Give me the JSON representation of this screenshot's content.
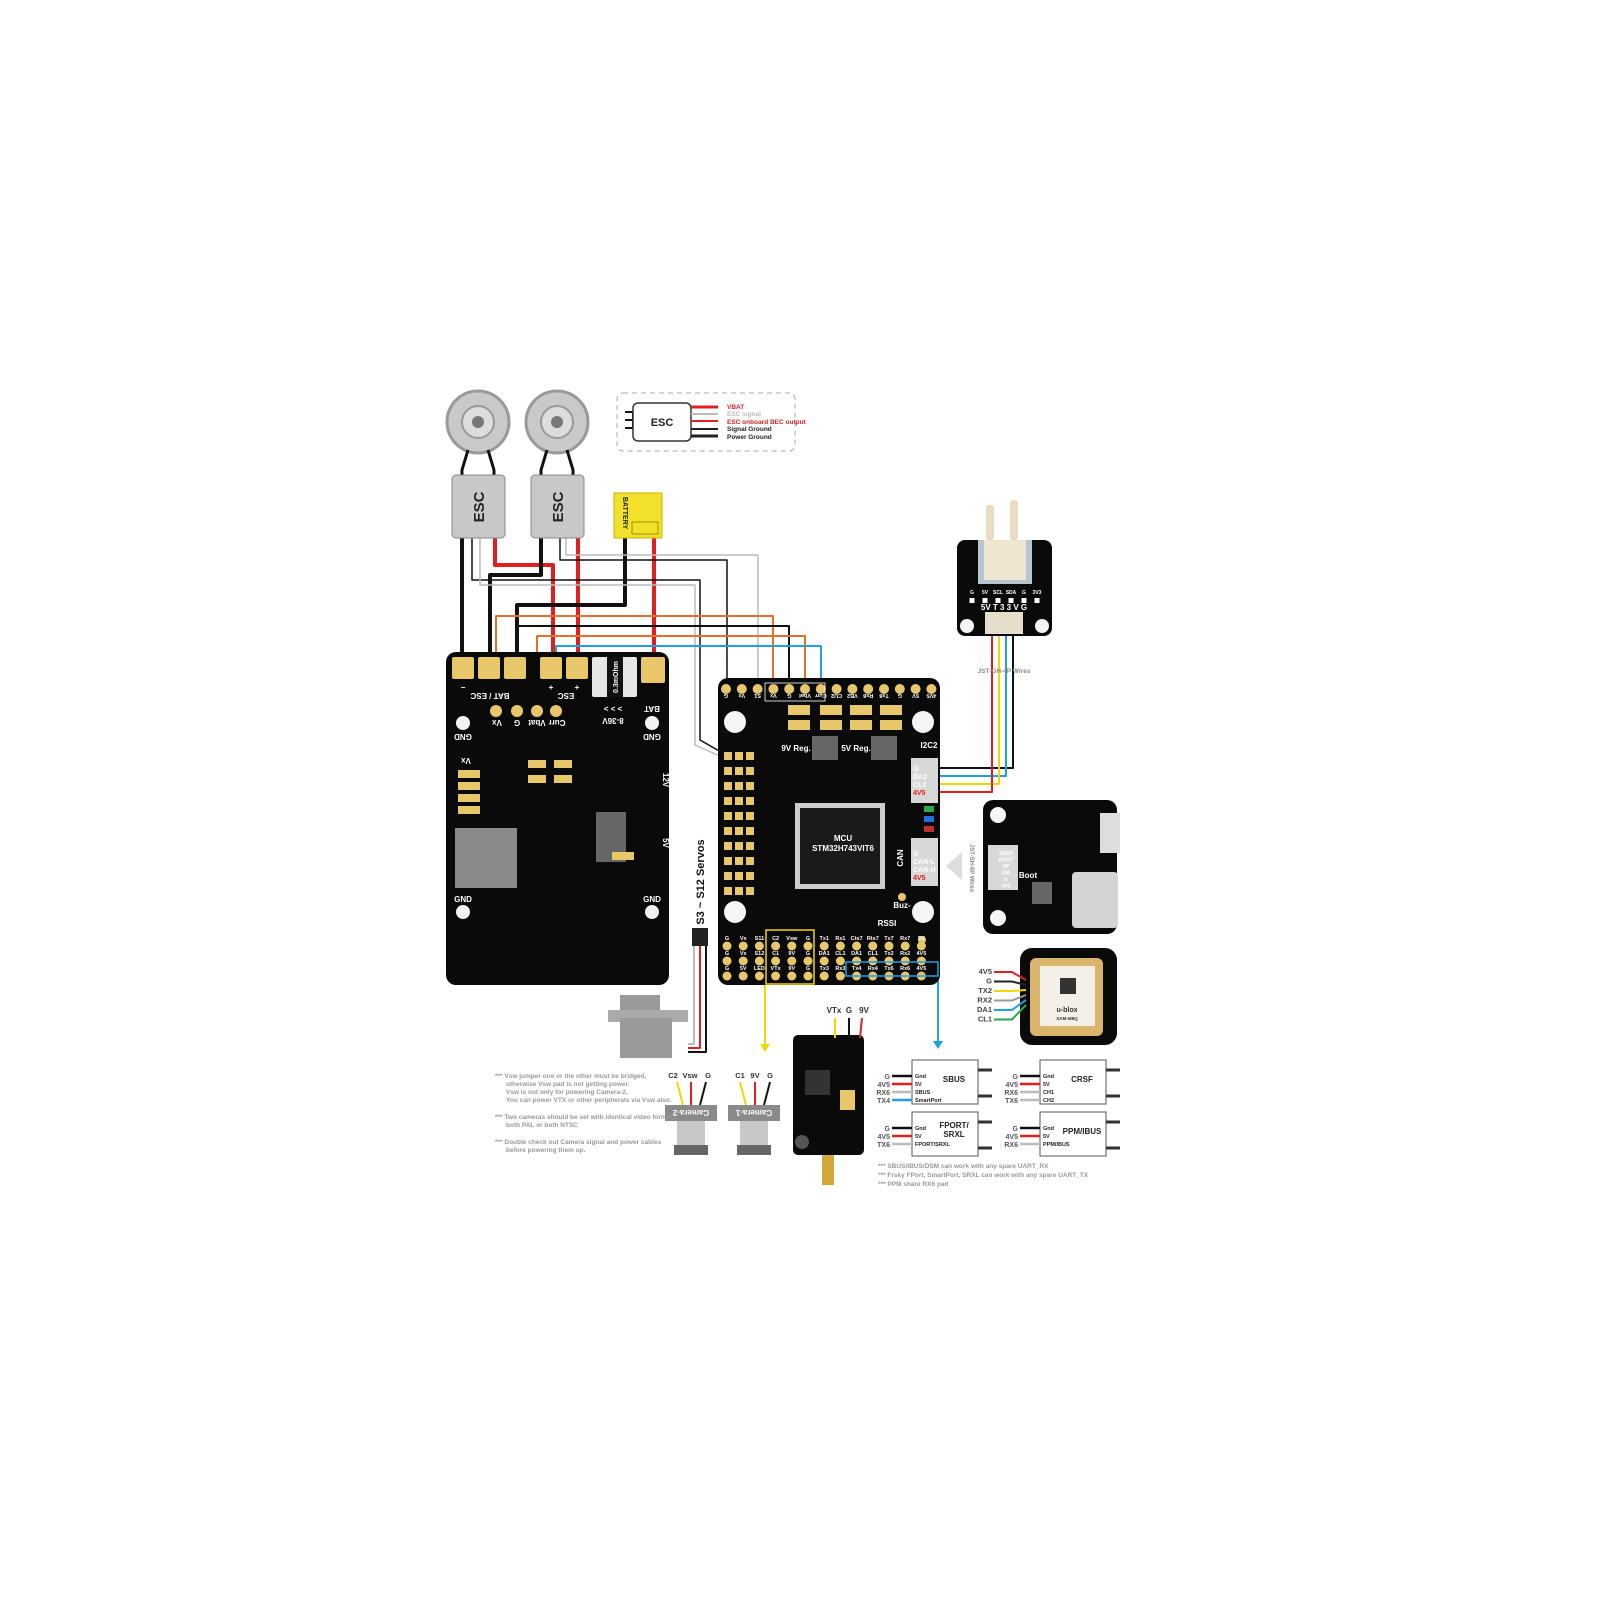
{
  "esc_legend": {
    "title": "ESC",
    "wires": [
      {
        "label": "VBAT",
        "color": "#e02020"
      },
      {
        "label": "ESC signal",
        "color": "#bbbbbb"
      },
      {
        "label": "ESC onboard BEC output",
        "color": "#e02020"
      },
      {
        "label": "Signal Ground",
        "color": "#222222"
      },
      {
        "label": "Power Ground",
        "color": "#222222"
      }
    ]
  },
  "escs": [
    {
      "label": "ESC"
    },
    {
      "label": "ESC"
    }
  ],
  "battery": {
    "label": "BATTERY"
  },
  "pdb": {
    "labels": {
      "bat_esc": "BAT / ESC",
      "esc": "ESC",
      "bat": "BAT",
      "shunt": "0.3mOhm",
      "voltage": "8-36V",
      "arrows": "> > >",
      "vx": "Vx",
      "g": "G",
      "vbat": "Vbat",
      "curr": "Curr",
      "gnd": "GND",
      "vx2": "Vx",
      "v12": "12V",
      "v5": "5V",
      "minus": "−",
      "plus": "+"
    }
  },
  "fc": {
    "mcu": "MCU",
    "chip": "STM32H743VIT6",
    "top_pads": [
      "G",
      "Vx",
      "S1",
      "Vx",
      "G",
      "Vbat",
      "Curr",
      "CU2",
      "VB2",
      "Rx8",
      "Tx8",
      "G",
      "5V",
      "4V5"
    ],
    "reg1": "9V Reg.",
    "reg2": "5V Reg.",
    "i2c": {
      "title": "I2C2",
      "pins": [
        "G",
        "DA2",
        "CL2",
        "4V5"
      ]
    },
    "can": {
      "title": "CAN",
      "pins": [
        "G",
        "CAN-L",
        "CAN-H",
        "4V5"
      ]
    },
    "rssi": "RSSI",
    "buz": "Buz-",
    "bottom_rows": [
      [
        "G",
        "Vx",
        "S11",
        "C2",
        "Vsw",
        "G",
        "Tx1",
        "Rx1",
        "Cts7",
        "Rts7",
        "Tx7",
        "Rx7",
        "5V"
      ],
      [
        "G",
        "Vx",
        "S12",
        "C1",
        "9V",
        "G",
        "DA1",
        "CL1",
        "DA1",
        "CL1",
        "Tx2",
        "Rx2",
        "4V5"
      ],
      [
        "G",
        "5V",
        "LED",
        "VTx",
        "9V",
        "G",
        "Tx3",
        "Rx3",
        "Tx4",
        "Rx4",
        "Tx6",
        "Rx6",
        "4V5"
      ]
    ]
  },
  "servos": {
    "label": "S3 ~ S12 Servos"
  },
  "airspeed": {
    "pins": [
      "G",
      "5V",
      "SCL",
      "SDA",
      "G",
      "3V3"
    ],
    "conn": "5V T 3 3 V G",
    "wire_label": "JST-GH-4P Wires"
  },
  "expansion": {
    "pins": [
      "BEEP",
      "BOOT",
      "DP",
      "DM",
      "G",
      "4V5"
    ],
    "boot": "Boot",
    "wire_label": "JST-SH-6P Wires"
  },
  "gps": {
    "wires": [
      {
        "label": "4V5",
        "color": "#e02020"
      },
      {
        "label": "G",
        "color": "#222222"
      },
      {
        "label": "TX2",
        "color": "#f2d600"
      },
      {
        "label": "RX2",
        "color": "#999999"
      },
      {
        "label": "DA1",
        "color": "#1fa0e0"
      },
      {
        "label": "CL1",
        "color": "#2aa84a"
      }
    ],
    "chip": "SAM-M8Q",
    "brand": "u-blox"
  },
  "vtx": {
    "pins": [
      "VTx",
      "G",
      "9V"
    ]
  },
  "cameras": [
    {
      "label": "Camera-2",
      "pins": [
        "C2",
        "Vsw",
        "G"
      ]
    },
    {
      "label": "Camera-1",
      "pins": [
        "C1",
        "9V",
        "G"
      ]
    }
  ],
  "notes": [
    "*** Vsw jumper one or the other must be bridged,",
    "otherwise Vsw pad is not getting power.",
    "Vsw is not only for powering Camera-2,",
    "You can power VTX or other peripherals via Vsw also.",
    "*** Two cameras should be set with identical video format,",
    "both PAL or both NTSC",
    "*** Double check out Camera signal and power cables",
    "before powering them up."
  ],
  "receivers": [
    {
      "title": "SBUS",
      "wires": [
        "G",
        "4V5",
        "RX6",
        "TX4"
      ],
      "pins": [
        "Gnd",
        "5V",
        "SBUS",
        "SmartPort"
      ]
    },
    {
      "title": "CRSF",
      "wires": [
        "G",
        "4V5",
        "RX6",
        "TX6"
      ],
      "pins": [
        "Gnd",
        "5V",
        "CH1",
        "CH2"
      ]
    },
    {
      "title": "FPORT/\nSRXL",
      "title1": "FPORT/",
      "title2": "SRXL",
      "wires": [
        "G",
        "4V5",
        "TX6"
      ],
      "pins": [
        "Gnd",
        "5V",
        "FPORT/SRXL"
      ]
    },
    {
      "title": "PPM/IBUS",
      "wires": [
        "G",
        "4V5",
        "RX6"
      ],
      "pins": [
        "Gnd",
        "5V",
        "PPM/IBUS"
      ]
    }
  ],
  "footnotes": [
    "*** SBUS/IBUS/DSM can work with any spare UART_RX",
    "*** Frsky FPort, SmartPort, SRXL can work with any spare UART_TX",
    "*** PPM share RX6 pad"
  ],
  "colors": {
    "red": "#e02020",
    "black": "#111111",
    "orange": "#e8702a",
    "blue": "#1fa0e0",
    "yellow": "#f2d600",
    "grey": "#bbbbbb",
    "pad": "#e8c66a",
    "board": "#0a0a0a"
  }
}
